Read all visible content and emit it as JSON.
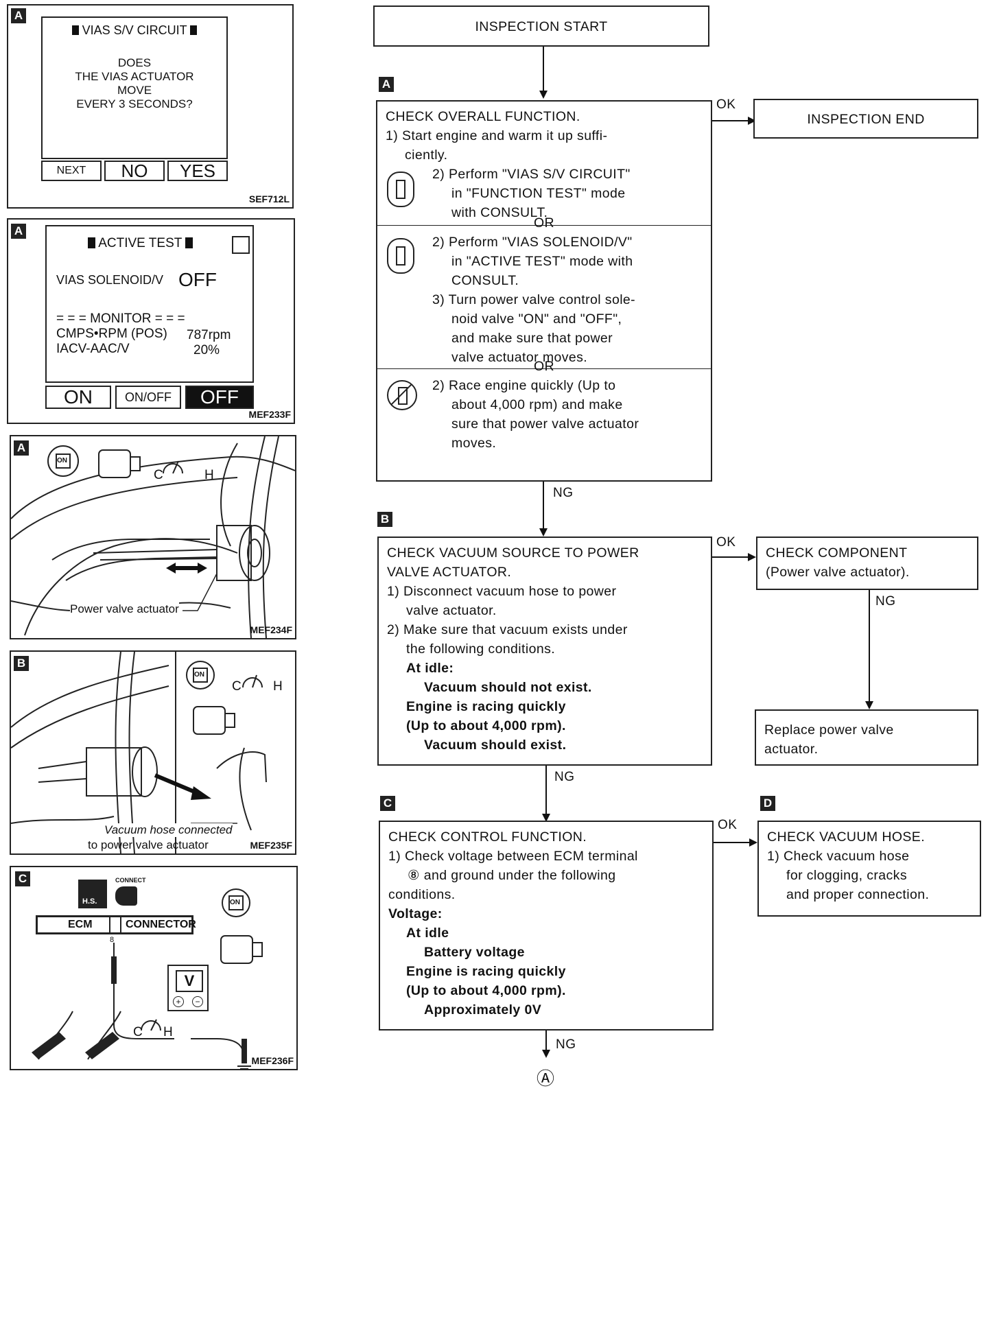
{
  "panels": [
    {
      "tag": "A",
      "fig": "SEF712L",
      "title": "VIAS S/V CIRCUIT",
      "question": [
        "DOES",
        "THE VIAS ACTUATOR",
        "MOVE",
        "EVERY 3 SECONDS?"
      ],
      "buttons": [
        "NEXT",
        "NO",
        "YES"
      ]
    },
    {
      "tag": "A",
      "fig": "MEF233F",
      "title": "ACTIVE TEST",
      "item_label": "VIAS SOLENOID/V",
      "item_value": "OFF",
      "monitor_label": "= = = MONITOR = = =",
      "monitor_rows": [
        {
          "label": "CMPS•RPM (POS)",
          "value": "787rpm"
        },
        {
          "label": "IACV-AAC/V",
          "value": "20%"
        }
      ],
      "buttons": [
        "ON",
        "ON/OFF",
        "OFF"
      ]
    },
    {
      "tag": "A",
      "fig": "MEF234F",
      "callout": "Power valve actuator",
      "gauge_c": "C",
      "gauge_h": "H",
      "key_on": "ON"
    },
    {
      "tag": "B",
      "fig": "MEF235F",
      "callout_1": "Vacuum hose connected",
      "callout_2": "to power valve actuator",
      "gauge_c": "C",
      "gauge_h": "H",
      "key_on": "ON"
    },
    {
      "tag": "C",
      "fig": "MEF236F",
      "hs": "H.S.",
      "connect": "CONNECT",
      "ecm": "ECM",
      "connector": "CONNECTOR",
      "pin": "8",
      "meter": "V",
      "gauge_c": "C",
      "gauge_h": "H",
      "key_on": "ON"
    }
  ],
  "flow": {
    "start": "INSPECTION START",
    "end": "INSPECTION END",
    "ok": "OK",
    "ng": "NG",
    "or": "OR",
    "tags": [
      "A",
      "B",
      "C",
      "D"
    ],
    "step_a": {
      "line1": "CHECK OVERALL FUNCTION.",
      "line2": "1) Start engine and warm it up suffi-",
      "line3": "ciently.",
      "opt1": [
        "2) Perform \"VIAS S/V CIRCUIT\"",
        "in \"FUNCTION TEST\" mode",
        "with CONSULT."
      ],
      "opt2": [
        "2) Perform \"VIAS SOLENOID/V\"",
        "in \"ACTIVE TEST\" mode with",
        "CONSULT.",
        "3) Turn power valve control sole-",
        "noid valve \"ON\" and \"OFF\",",
        "and make sure that power",
        "valve actuator moves."
      ],
      "opt3": [
        "2) Race engine quickly (Up to",
        "about 4,000 rpm) and make",
        "sure that power valve actuator",
        "moves."
      ]
    },
    "step_b": [
      "CHECK VACUUM SOURCE TO POWER",
      "VALVE ACTUATOR.",
      "1) Disconnect vacuum hose to power",
      "valve actuator.",
      "2) Make sure that vacuum exists under",
      "the following conditions.",
      "At idle:",
      "Vacuum should not exist.",
      "Engine is racing quickly",
      "(Up to about 4,000 rpm).",
      "Vacuum should exist."
    ],
    "step_b_ok": [
      "CHECK COMPONENT",
      "(Power valve actuator)."
    ],
    "step_b_replace": [
      "Replace power valve",
      "actuator."
    ],
    "step_c": [
      "CHECK CONTROL FUNCTION.",
      "1) Check voltage between ECM terminal",
      "⑧ and ground under the following",
      "conditions.",
      "Voltage:",
      "At idle",
      "Battery voltage",
      "Engine is racing quickly",
      "(Up to about 4,000 rpm).",
      "Approximately 0V"
    ],
    "step_d": [
      "CHECK VACUUM HOSE.",
      "1) Check vacuum hose",
      "for clogging, cracks",
      "and proper connection."
    ],
    "final_ref": "Ⓐ"
  }
}
